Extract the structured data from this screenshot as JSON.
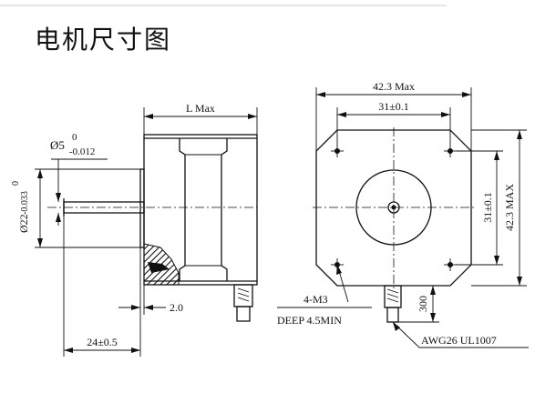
{
  "title": "电机尺寸图",
  "dimensions": {
    "body_length": "L Max",
    "flange_width": "42.3 Max",
    "hole_spacing_h": "31±0.1",
    "hole_spacing_v": "31±0.1",
    "flange_height": "42.3 MAX",
    "shaft_dia_main": "Ø5",
    "shaft_tol_upper": "0",
    "shaft_tol_lower": "-0.012",
    "boss_dia_sym": "Ø",
    "boss_dia_value": "22",
    "boss_tol_upper": "0",
    "boss_tol_lower": "-0.033",
    "boss_height": "2.0",
    "shaft_length": "24±0.5",
    "cable_length": "300"
  },
  "notes": {
    "holes": "4-M3",
    "depth": "DEEP 4.5MIN",
    "wire": "AWG26 UL1007"
  },
  "colors": {
    "ink": "#111111",
    "background": "#ffffff"
  }
}
